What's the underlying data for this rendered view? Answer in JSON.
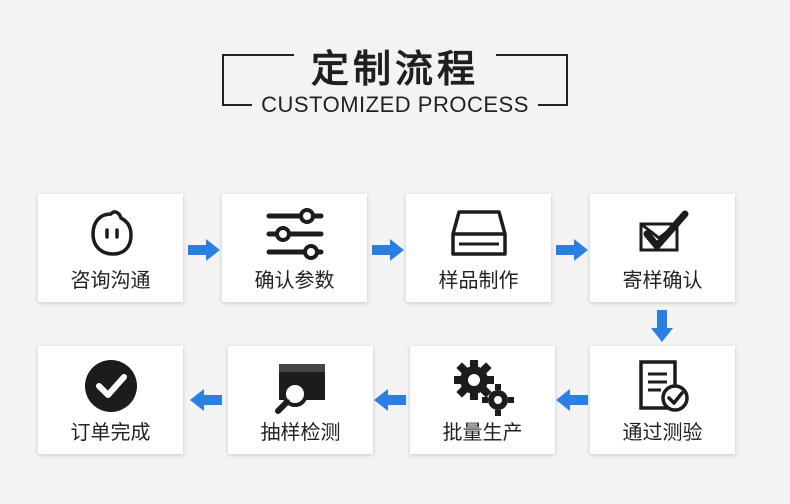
{
  "header": {
    "title_cn": "定制流程",
    "title_en": "CUSTOMIZED PROCESS"
  },
  "colors": {
    "arrow": "#2b7fe0",
    "icon": "#1c1c1c",
    "background": "#f3f3f3"
  },
  "steps": [
    {
      "label": "咨询沟通",
      "icon": "chat-bubble-icon"
    },
    {
      "label": "确认参数",
      "icon": "sliders-icon"
    },
    {
      "label": "样品制作",
      "icon": "tray-icon"
    },
    {
      "label": "寄样确认",
      "icon": "mail-check-icon"
    },
    {
      "label": "通过测验",
      "icon": "document-check-icon"
    },
    {
      "label": "批量生产",
      "icon": "gears-icon"
    },
    {
      "label": "抽样检测",
      "icon": "box-search-icon"
    },
    {
      "label": "订单完成",
      "icon": "check-circle-icon"
    }
  ]
}
